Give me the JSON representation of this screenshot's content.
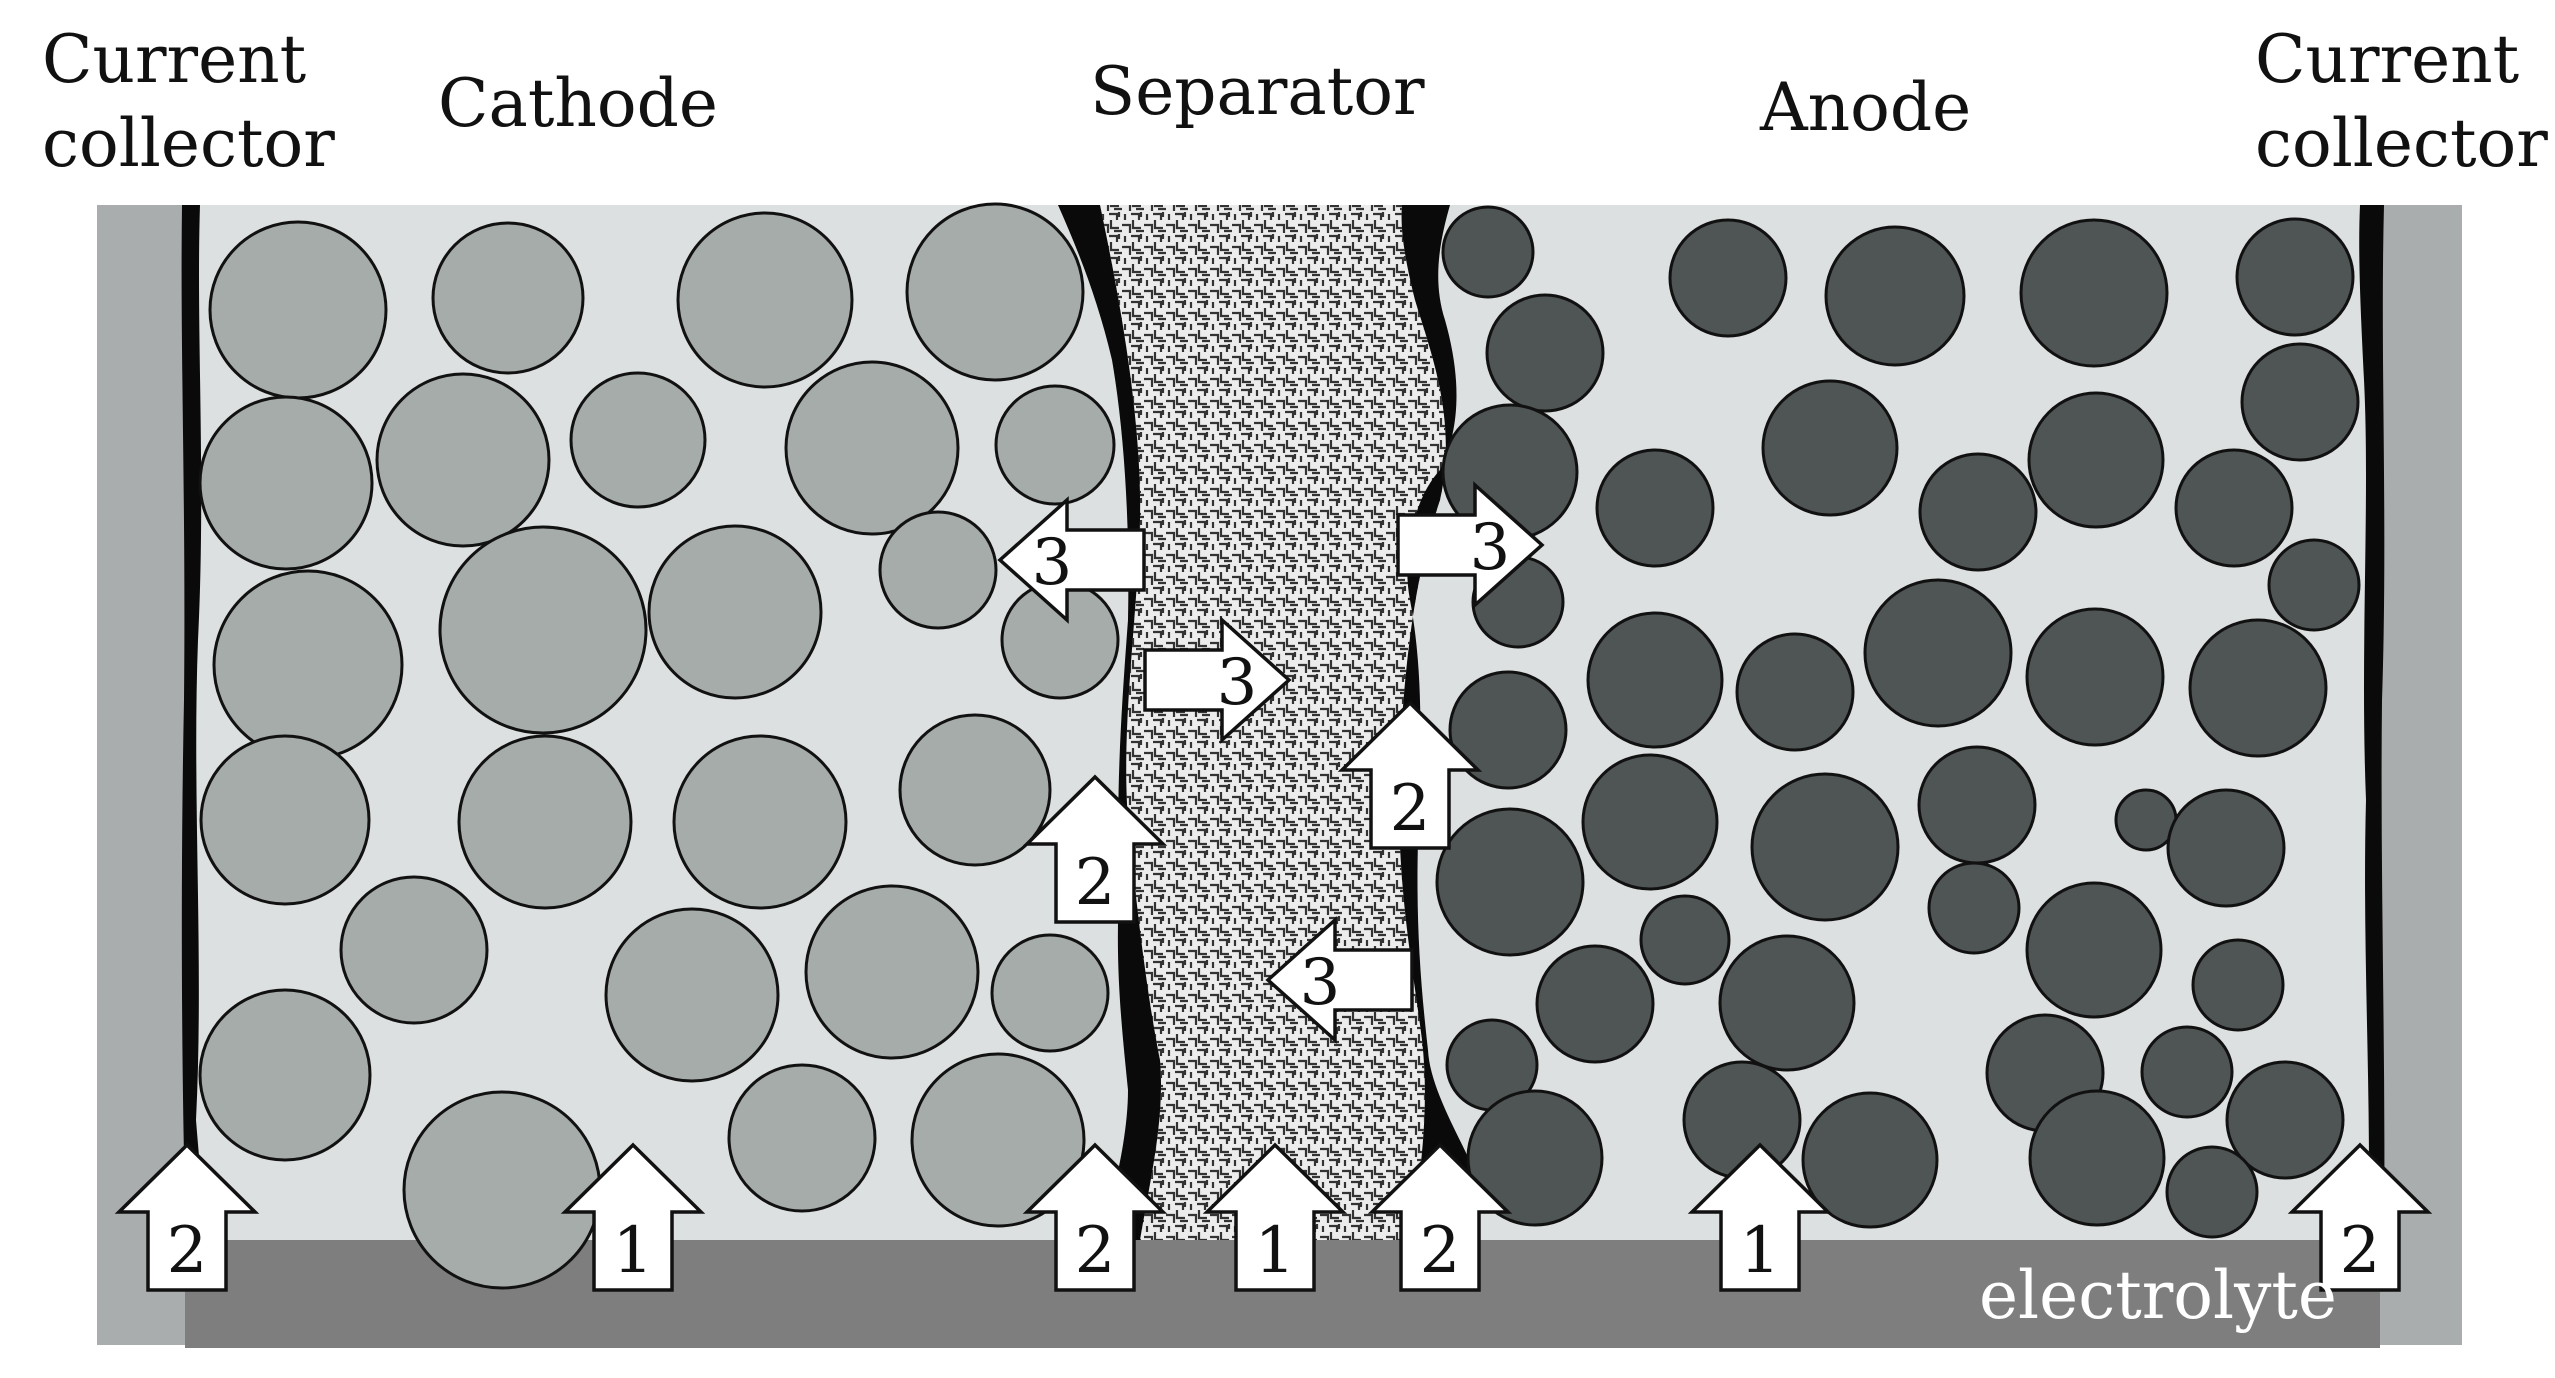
{
  "labels": {
    "current_collector_left": [
      "Current",
      "collector"
    ],
    "cathode": "Cathode",
    "separator": "Separator",
    "anode": "Anode",
    "current_collector_right": [
      "Current",
      "collector"
    ],
    "electrolyte": "electrolyte"
  },
  "colors": {
    "background": "#ffffff",
    "cell_fill": "#dde0e0",
    "collector_fill": "#a9adad",
    "electrolyte_bar": "#7e7e7e",
    "cathode_particle": "#a6acaa",
    "anode_particle": "#4f5554",
    "sei_layer": "#0a0a0a",
    "separator_base": "#ececec",
    "separator_pattern": "#333333",
    "arrow_fill": "#ffffff",
    "outline": "#111111"
  },
  "arrows": [
    {
      "id": "arrow-2-left-collector",
      "label": "2",
      "direction": "up"
    },
    {
      "id": "arrow-1-cathode",
      "label": "1",
      "direction": "up"
    },
    {
      "id": "arrow-2-cathode-sei-bottom",
      "label": "2",
      "direction": "up"
    },
    {
      "id": "arrow-1-separator",
      "label": "1",
      "direction": "up"
    },
    {
      "id": "arrow-2-anode-sei-bottom",
      "label": "2",
      "direction": "up"
    },
    {
      "id": "arrow-1-anode",
      "label": "1",
      "direction": "up"
    },
    {
      "id": "arrow-2-right-collector",
      "label": "2",
      "direction": "up"
    },
    {
      "id": "arrow-3-cathode-out",
      "label": "3",
      "direction": "left"
    },
    {
      "id": "arrow-3-separator-right",
      "label": "3",
      "direction": "right"
    },
    {
      "id": "arrow-3-anode-in",
      "label": "3",
      "direction": "right"
    },
    {
      "id": "arrow-3-separator-left",
      "label": "3",
      "direction": "left"
    },
    {
      "id": "arrow-2-cathode-sei-mid",
      "label": "2",
      "direction": "up"
    },
    {
      "id": "arrow-2-anode-sei-mid",
      "label": "2",
      "direction": "up"
    }
  ]
}
